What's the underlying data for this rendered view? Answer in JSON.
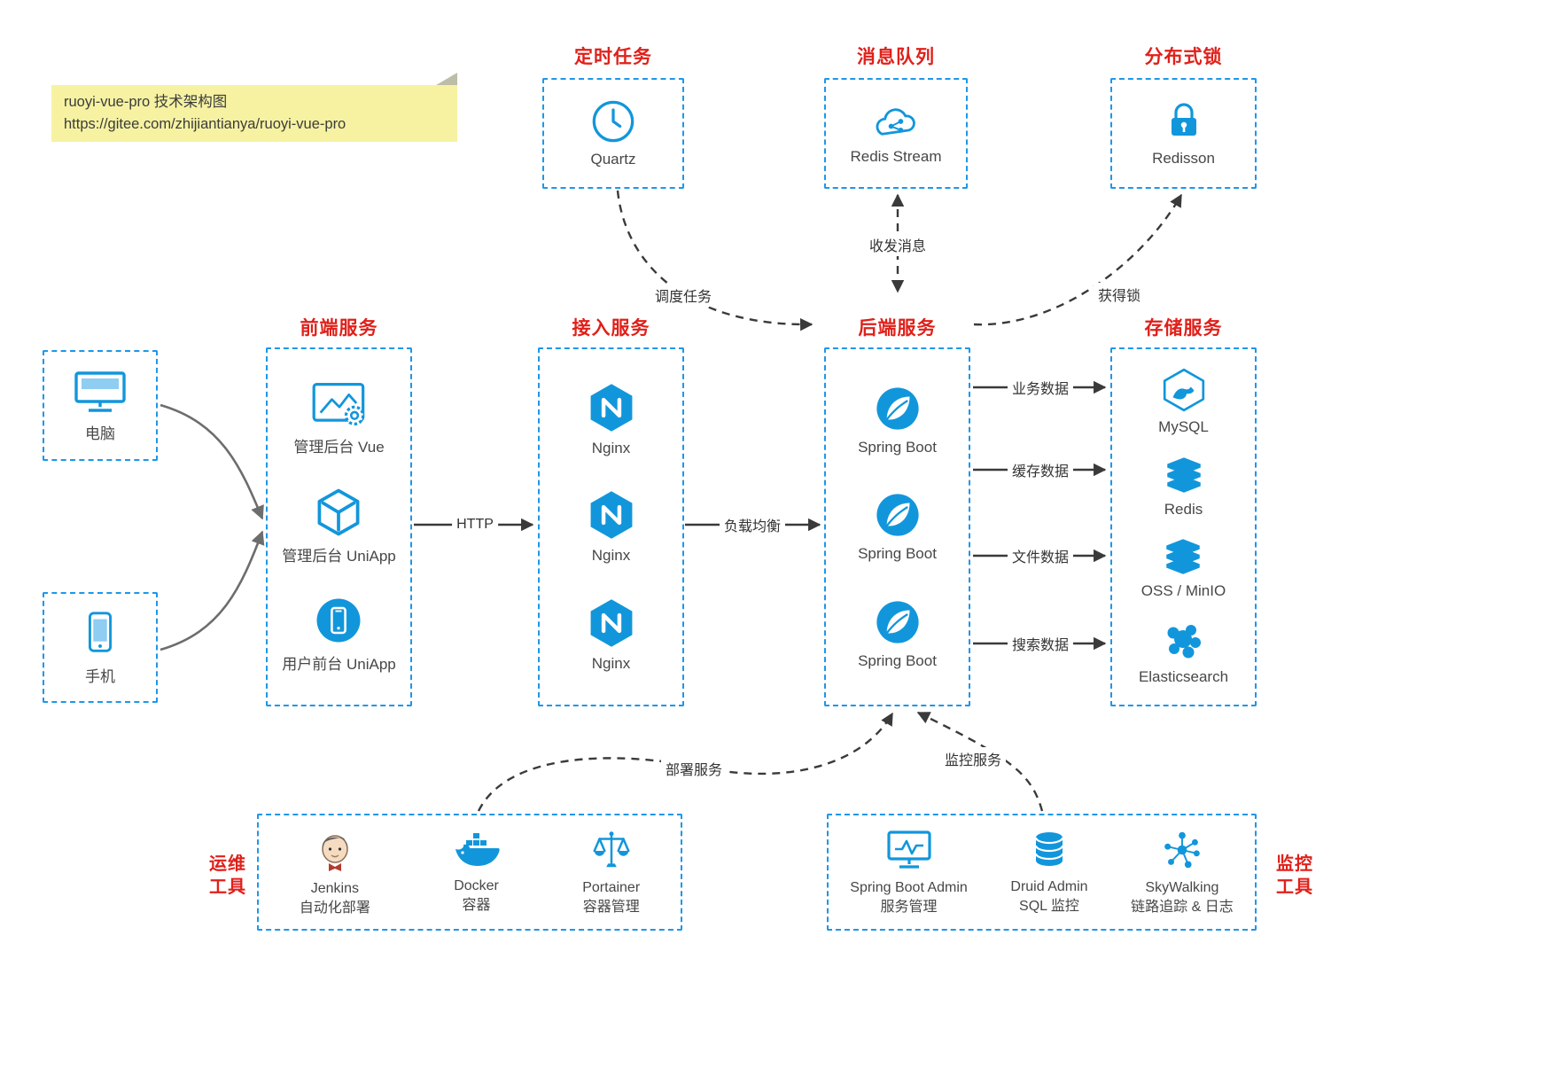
{
  "note": {
    "line1": "ruoyi-vue-pro 技术架构图",
    "line2": "https://gitee.com/zhijiantianya/ruoyi-vue-pro"
  },
  "groups": {
    "scheduled": {
      "title": "定时任务",
      "item": "Quartz"
    },
    "mq": {
      "title": "消息队列",
      "item": "Redis Stream"
    },
    "lock": {
      "title": "分布式锁",
      "item": "Redisson"
    },
    "frontend": {
      "title": "前端服务",
      "items": [
        {
          "label": "管理后台 Vue"
        },
        {
          "label": "管理后台 UniApp"
        },
        {
          "label": "用户前台 UniApp"
        }
      ]
    },
    "gateway": {
      "title": "接入服务",
      "items": [
        {
          "label": "Nginx"
        },
        {
          "label": "Nginx"
        },
        {
          "label": "Nginx"
        }
      ]
    },
    "backend": {
      "title": "后端服务",
      "items": [
        {
          "label": "Spring Boot"
        },
        {
          "label": "Spring Boot"
        },
        {
          "label": "Spring Boot"
        }
      ]
    },
    "storage": {
      "title": "存储服务",
      "items": [
        {
          "label": "MySQL"
        },
        {
          "label": "Redis"
        },
        {
          "label": "OSS / MinIO"
        },
        {
          "label": "Elasticsearch"
        }
      ]
    },
    "devices": {
      "computer": "电脑",
      "phone": "手机"
    },
    "ops": {
      "t1": "运维",
      "t2": "工具",
      "items": [
        {
          "l1": "Jenkins",
          "l2": "自动化部署"
        },
        {
          "l1": "Docker",
          "l2": "容器"
        },
        {
          "l1": "Portainer",
          "l2": "容器管理"
        }
      ]
    },
    "monitor": {
      "t1": "监控",
      "t2": "工具",
      "items": [
        {
          "l1": "Spring Boot Admin",
          "l2": "服务管理"
        },
        {
          "l1": "Druid Admin",
          "l2": "SQL 监控"
        },
        {
          "l1": "SkyWalking",
          "l2": "链路追踪 & 日志"
        }
      ]
    }
  },
  "edges": {
    "http": "HTTP",
    "lb": "负载均衡",
    "biz": "业务数据",
    "cache": "缓存数据",
    "file": "文件数据",
    "search": "搜索数据",
    "schedule": "调度任务",
    "msg": "收发消息",
    "lock": "获得锁",
    "deploy": "部署服务",
    "monitor": "监控服务"
  },
  "colors": {
    "icon_blue": "#1296db",
    "border_blue": "#1e97e8",
    "title_red": "#e0201a",
    "note_yellow": "#f6f2a2"
  }
}
